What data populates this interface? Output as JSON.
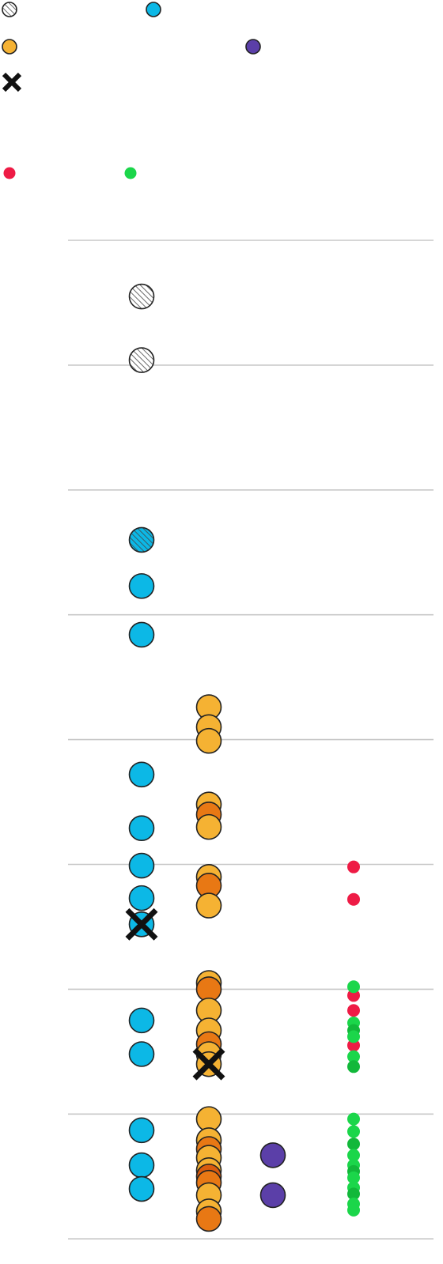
{
  "colors": {
    "gridline": "#c8c8c8",
    "outline": "#222222",
    "blue": "#0cb8e6",
    "orange": "#f5b233",
    "dark_orange": "#e87814",
    "deep_orange": "#d95b0e",
    "purple": "#5b3fa8",
    "red": "#ee1b45",
    "green": "#1bd64a",
    "dark_green": "#12b83a",
    "hatch": "#444444",
    "cross": "#111111"
  },
  "chart_data": {
    "type": "scatter",
    "title": "",
    "xlabel": "",
    "ylabel": "",
    "grid": "horizontal",
    "gridlines": [
      1,
      2,
      3,
      4,
      5,
      6,
      7,
      8,
      9
    ],
    "ylim": [
      1,
      9
    ],
    "x_columns": [
      1,
      2,
      3,
      4
    ],
    "legend": {
      "placement": "top-left",
      "entries": [
        {
          "marker": "hatched-circle"
        },
        {
          "marker": "blue-circle"
        },
        {
          "marker": "orange-circle"
        },
        {
          "marker": "purple-circle"
        },
        {
          "marker": "cross"
        },
        {
          "marker": "red-dot"
        },
        {
          "marker": "green-dot"
        }
      ]
    },
    "series": [
      {
        "marker": "hatched-circle",
        "points": [
          {
            "x": 1,
            "y": 1.45
          },
          {
            "x": 1,
            "y": 1.96
          },
          {
            "x": 1,
            "y": 3.4,
            "fill": "blue"
          }
        ]
      },
      {
        "marker": "blue-circle",
        "points": [
          {
            "x": 1,
            "y": 3.77
          },
          {
            "x": 1,
            "y": 4.16
          },
          {
            "x": 1,
            "y": 5.28
          },
          {
            "x": 1,
            "y": 5.71
          },
          {
            "x": 1,
            "y": 6.01
          },
          {
            "x": 1,
            "y": 6.27
          },
          {
            "x": 1,
            "y": 6.48
          },
          {
            "x": 1,
            "y": 7.25
          },
          {
            "x": 1,
            "y": 7.52
          },
          {
            "x": 1,
            "y": 8.13
          },
          {
            "x": 1,
            "y": 8.41
          },
          {
            "x": 1,
            "y": 8.6
          }
        ]
      },
      {
        "marker": "orange-circle",
        "points": [
          {
            "x": 2,
            "y": 4.74,
            "shade": "orange"
          },
          {
            "x": 2,
            "y": 4.9,
            "shade": "orange"
          },
          {
            "x": 2,
            "y": 5.01,
            "shade": "orange"
          },
          {
            "x": 2,
            "y": 5.52,
            "shade": "orange"
          },
          {
            "x": 2,
            "y": 5.6,
            "shade": "dark_orange"
          },
          {
            "x": 2,
            "y": 5.7,
            "shade": "orange"
          },
          {
            "x": 2,
            "y": 6.1,
            "shade": "orange"
          },
          {
            "x": 2,
            "y": 6.17,
            "shade": "dark_orange"
          },
          {
            "x": 2,
            "y": 6.33,
            "shade": "orange"
          },
          {
            "x": 2,
            "y": 6.95,
            "shade": "orange"
          },
          {
            "x": 2,
            "y": 7.0,
            "shade": "dark_orange"
          },
          {
            "x": 2,
            "y": 7.17,
            "shade": "orange"
          },
          {
            "x": 2,
            "y": 7.33,
            "shade": "orange"
          },
          {
            "x": 2,
            "y": 7.44,
            "shade": "dark_orange"
          },
          {
            "x": 2,
            "y": 7.52,
            "shade": "orange"
          },
          {
            "x": 2,
            "y": 7.6,
            "shade": "orange"
          },
          {
            "x": 2,
            "y": 8.04,
            "shade": "orange"
          },
          {
            "x": 2,
            "y": 8.21,
            "shade": "orange"
          },
          {
            "x": 2,
            "y": 8.28,
            "shade": "dark_orange"
          },
          {
            "x": 2,
            "y": 8.35,
            "shade": "orange"
          },
          {
            "x": 2,
            "y": 8.45,
            "shade": "orange"
          },
          {
            "x": 2,
            "y": 8.5,
            "shade": "deep_orange"
          },
          {
            "x": 2,
            "y": 8.55,
            "shade": "dark_orange"
          },
          {
            "x": 2,
            "y": 8.65,
            "shade": "orange"
          },
          {
            "x": 2,
            "y": 8.78,
            "shade": "orange"
          },
          {
            "x": 2,
            "y": 8.84,
            "shade": "dark_orange"
          }
        ]
      },
      {
        "marker": "purple-circle",
        "points": [
          {
            "x": 3,
            "y": 8.33
          },
          {
            "x": 3,
            "y": 8.65
          }
        ]
      },
      {
        "marker": "red-dot",
        "points": [
          {
            "x": 4,
            "y": 6.02
          },
          {
            "x": 4,
            "y": 6.28
          },
          {
            "x": 4,
            "y": 7.05
          },
          {
            "x": 4,
            "y": 7.17
          },
          {
            "x": 4,
            "y": 7.45
          }
        ]
      },
      {
        "marker": "green-dot",
        "points": [
          {
            "x": 4,
            "y": 6.98
          },
          {
            "x": 4,
            "y": 7.27
          },
          {
            "x": 4,
            "y": 7.33
          },
          {
            "x": 4,
            "y": 7.38
          },
          {
            "x": 4,
            "y": 7.54
          },
          {
            "x": 4,
            "y": 7.62
          },
          {
            "x": 4,
            "y": 8.04
          },
          {
            "x": 4,
            "y": 8.14
          },
          {
            "x": 4,
            "y": 8.24
          },
          {
            "x": 4,
            "y": 8.33
          },
          {
            "x": 4,
            "y": 8.41
          },
          {
            "x": 4,
            "y": 8.46
          },
          {
            "x": 4,
            "y": 8.51
          },
          {
            "x": 4,
            "y": 8.59
          },
          {
            "x": 4,
            "y": 8.64
          },
          {
            "x": 4,
            "y": 8.72
          },
          {
            "x": 4,
            "y": 8.77
          }
        ]
      },
      {
        "marker": "cross",
        "points": [
          {
            "x": 1,
            "y": 6.48
          },
          {
            "x": 2,
            "y": 7.6
          }
        ]
      }
    ]
  }
}
